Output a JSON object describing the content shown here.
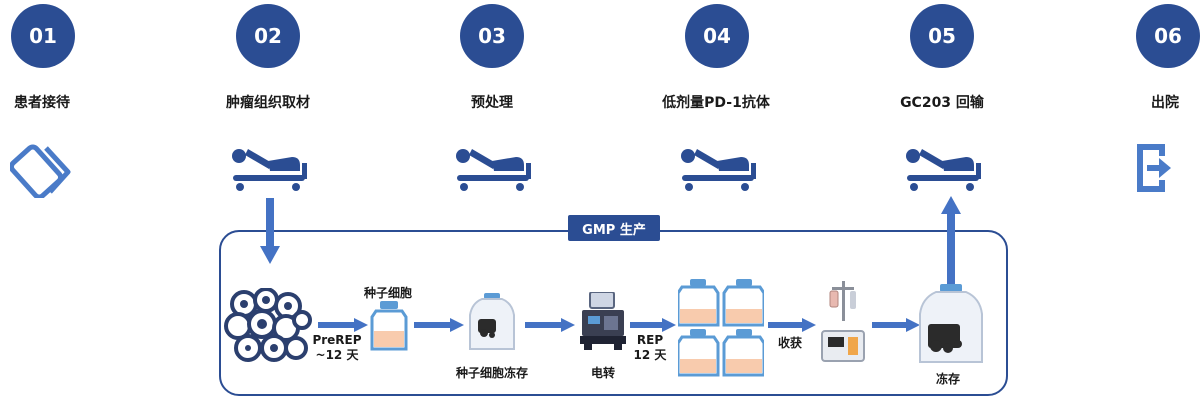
{
  "steps": [
    {
      "num": "01",
      "label": "患者接待"
    },
    {
      "num": "02",
      "label": "肿瘤组织取材"
    },
    {
      "num": "03",
      "label": "预处理"
    },
    {
      "num": "04",
      "label": "低剂量PD-1抗体"
    },
    {
      "num": "05",
      "label": "GC203 回输"
    },
    {
      "num": "06",
      "label": "出院"
    }
  ],
  "gmp": {
    "title": "GMP 生产",
    "prerep_line1": "PreREP",
    "prerep_line2": "~12 天",
    "seed_cells": "种子细胞",
    "seed_freeze": "种子细胞冻存",
    "electro": "电转",
    "rep_line1": "REP",
    "rep_line2": "12 天",
    "harvest": "收获",
    "freeze": "冻存"
  },
  "colors": {
    "primary": "#2b4d93",
    "arrow": "#4472c4",
    "light_blue": "#5b9bd5",
    "peach": "#f8cbad"
  },
  "icons": {
    "reception": "card-icon",
    "treatment": "patient-bed-icon",
    "discharge": "exit-icon"
  }
}
